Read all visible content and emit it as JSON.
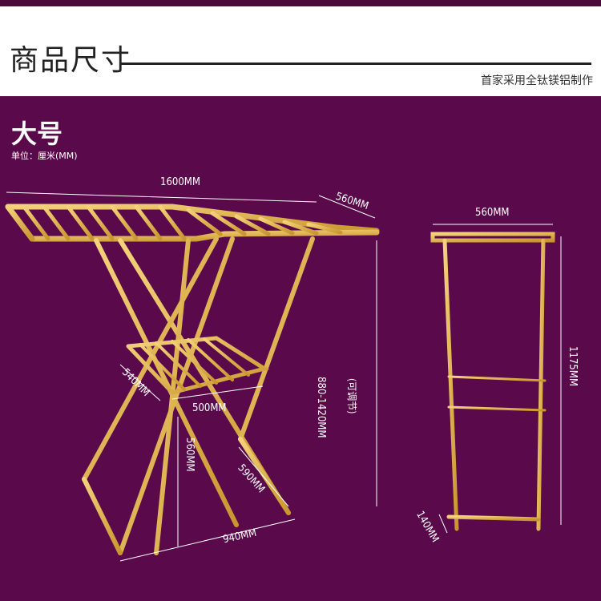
{
  "header": {
    "title": "商品尺寸",
    "slogan": "首家采用全钛镁铝制作"
  },
  "product": {
    "size_label": "大号",
    "unit_label": "单位：厘米(MM)"
  },
  "dimensions": {
    "length": "1600MM",
    "depth_top": "560MM",
    "height": "880-1420MM",
    "height_note": "(可调节)",
    "shelf_depth": "540MM",
    "shelf_width": "500MM",
    "leg_height": "560MM",
    "leg_diag": "590MM",
    "base_width": "940MM",
    "folded_width": "560MM",
    "folded_height": "1175MM",
    "folded_thickness": "140MM"
  },
  "colors": {
    "background": "#5a0a4a",
    "frame_gold": "#e0b040"
  }
}
